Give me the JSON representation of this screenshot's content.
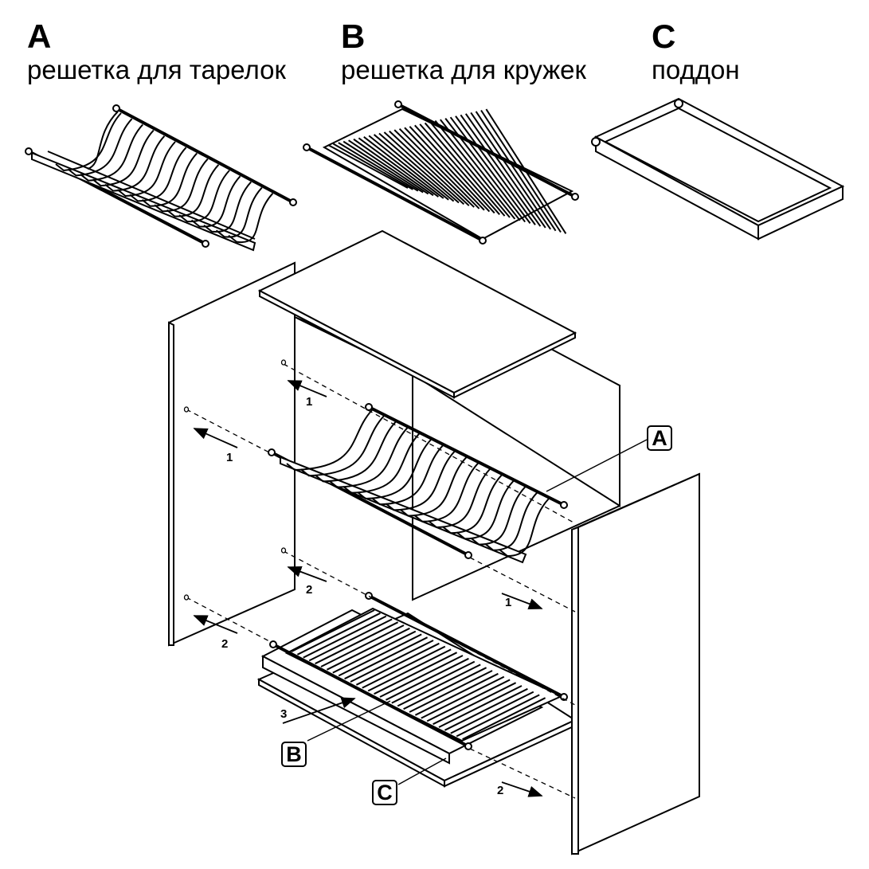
{
  "parts": [
    {
      "letter": "A",
      "name": "решетка для тарелок"
    },
    {
      "letter": "B",
      "name": "решетка для кружек"
    },
    {
      "letter": "C",
      "name": "поддон"
    }
  ],
  "callouts": {
    "a": "A",
    "b": "B",
    "c": "C"
  },
  "steps": {
    "s1": "1",
    "s2": "2",
    "s3": "3"
  }
}
